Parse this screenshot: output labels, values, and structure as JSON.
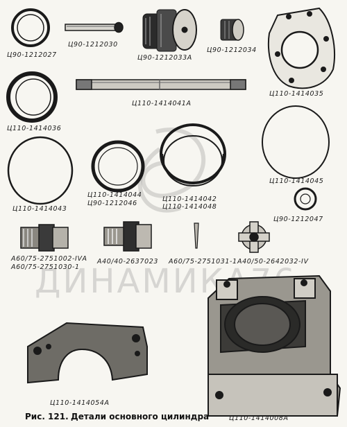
{
  "figure": {
    "number": "Рис. 121.",
    "title": "Детали основного цилиндра"
  },
  "watermark": "ДИНАМИКА76",
  "parts": [
    {
      "label": "Ц90-1212027"
    },
    {
      "label": "Ц90-1212030"
    },
    {
      "label": "Ц90-1212033А"
    },
    {
      "label": "Ц90-1212034"
    },
    {
      "label": "Ц110-1414035"
    },
    {
      "label": "Ц110-1414041А"
    },
    {
      "label": "Ц110-1414036"
    },
    {
      "label": "Ц110-1414045"
    },
    {
      "label": "Ц110-1414043"
    },
    {
      "label": "Ц110-1414044"
    },
    {
      "label": "Ц90-1212046"
    },
    {
      "label": "Ц110-1414042"
    },
    {
      "label": "Ц110-1414048"
    },
    {
      "label": "Ц90-1212047"
    },
    {
      "label": "А60/75-2751002-IVА"
    },
    {
      "label": "А60/75-2751030-1"
    },
    {
      "label": "А40/40-2637023"
    },
    {
      "label": "А60/75-2751031-1"
    },
    {
      "label": "А40/50-2642032-IV"
    },
    {
      "label": "Ц110-1414054А"
    },
    {
      "label": "Ц110-1414008А"
    }
  ]
}
